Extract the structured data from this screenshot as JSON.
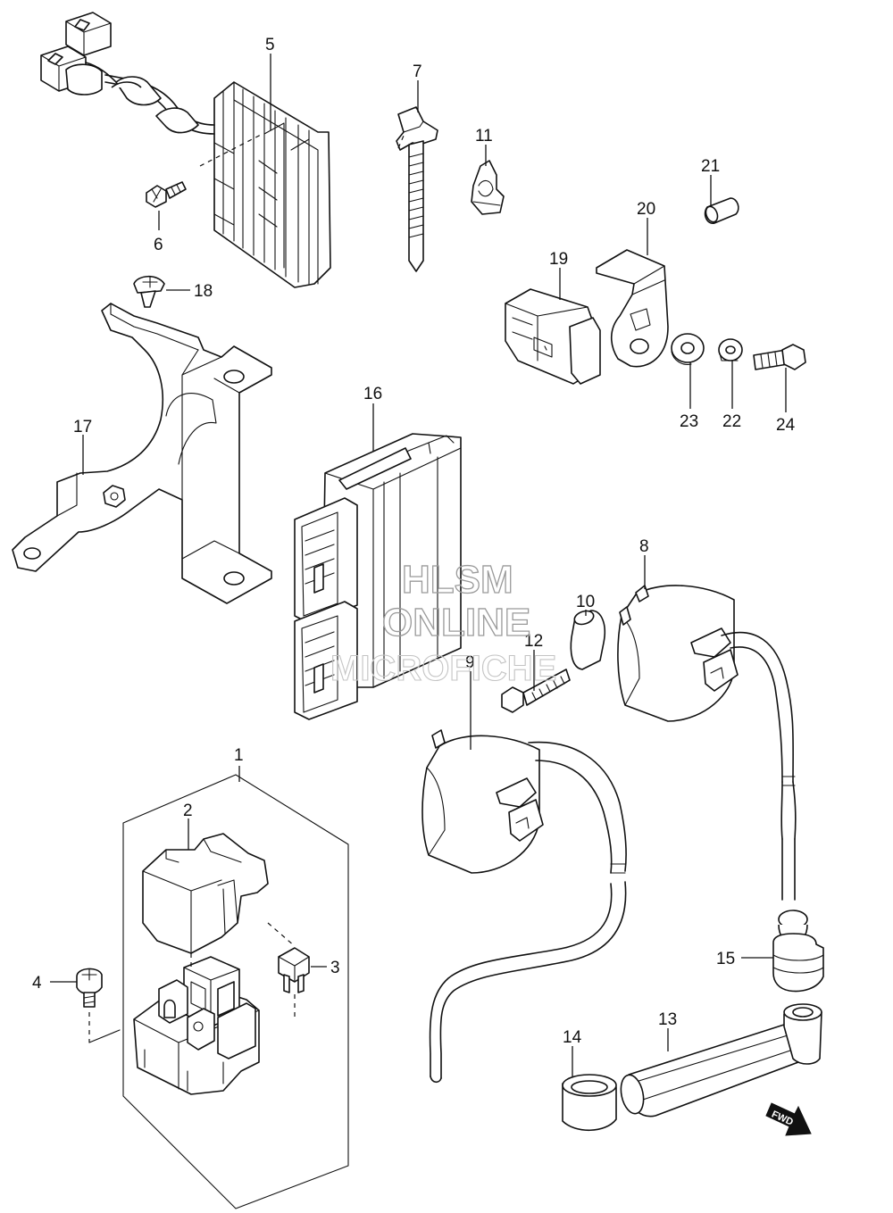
{
  "watermark": {
    "line1": "HLSM",
    "line2": "ONLINE",
    "line3": "MICROFICHE"
  },
  "fwd_label": "FWD",
  "callouts": {
    "c1": "1",
    "c2": "2",
    "c3": "3",
    "c4": "4",
    "c5": "5",
    "c6": "6",
    "c7": "7",
    "c8": "8",
    "c9": "9",
    "c10": "10",
    "c11": "11",
    "c12": "12",
    "c13": "13",
    "c14": "14",
    "c15": "15",
    "c16": "16",
    "c17": "17",
    "c18": "18",
    "c19": "19",
    "c20": "20",
    "c21": "21",
    "c22": "22",
    "c23": "23",
    "c24": "24"
  }
}
